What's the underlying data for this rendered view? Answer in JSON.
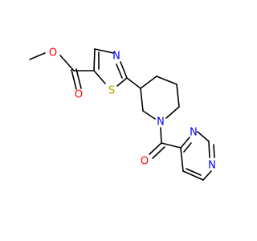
{
  "molecule": {
    "atoms": {
      "o_methoxy": {
        "label": "O",
        "color": "#ff0000"
      },
      "o_carbonyl_ester": {
        "label": "O",
        "color": "#ff0000"
      },
      "n_thiazole": {
        "label": "N",
        "color": "#0000ff"
      },
      "s_thiazole": {
        "label": "S",
        "color": "#b8a000"
      },
      "n_piperidine": {
        "label": "N",
        "color": "#0000ff"
      },
      "o_amide": {
        "label": "O",
        "color": "#ff0000"
      },
      "n_pyrimidine_top": {
        "label": "N",
        "color": "#0000ff"
      },
      "n_pyrimidine_right": {
        "label": "N",
        "color": "#0000ff"
      }
    }
  }
}
